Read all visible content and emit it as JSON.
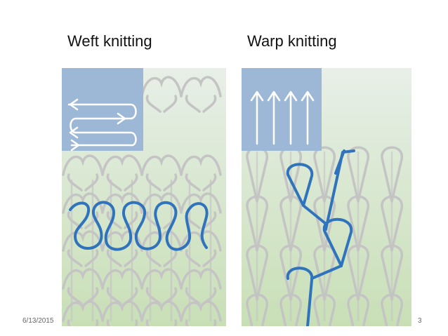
{
  "slide": {
    "left_title": "Weft knitting",
    "right_title": "Warp knitting",
    "date": "6/13/2015",
    "page_number": "3"
  },
  "colors": {
    "background_top": "#e6eee6",
    "background_bottom": "#c7dfb5",
    "icon_box": "#9db8d6",
    "loop_gray": "#c4c4c4",
    "highlight_blue": "#2f73bd",
    "arrow_white": "#ffffff"
  },
  "icons": {
    "weft": "weft-zigzag-arrows-icon",
    "warp": "warp-vertical-arrows-icon"
  }
}
